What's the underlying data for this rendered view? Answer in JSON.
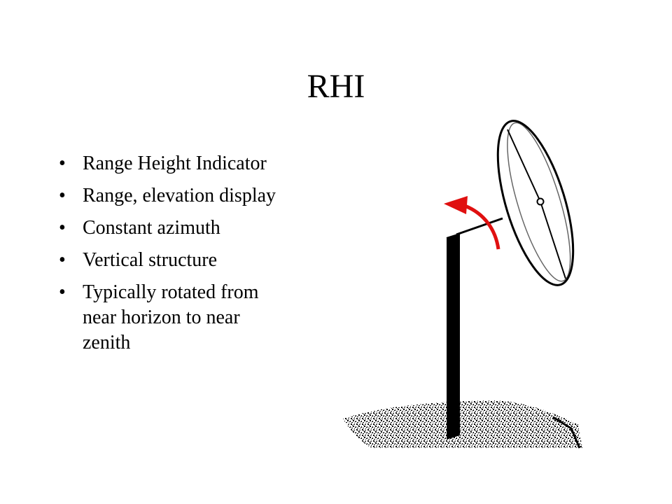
{
  "slide": {
    "title": "RHI",
    "bullet_glyph": "•",
    "bullets": [
      "Range Height Indicator",
      "Range, elevation display",
      "Constant azimuth",
      "Vertical structure",
      "Typically rotated from near horizon to near zenith"
    ]
  },
  "illustration": {
    "icon": "radar-dish-icon",
    "arrow_color": "#e01010",
    "ink_color": "#000000"
  }
}
